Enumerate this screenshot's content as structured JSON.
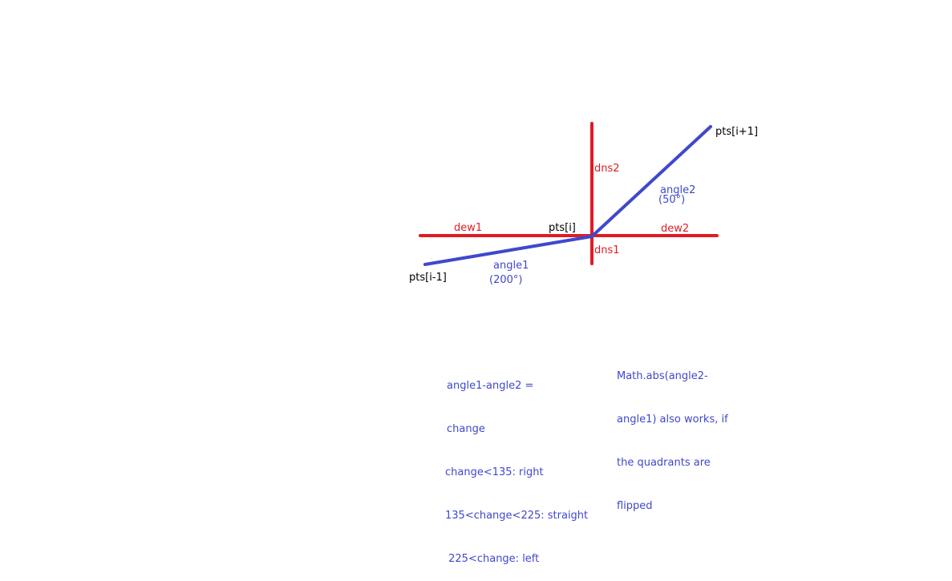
{
  "colors": {
    "axis": "#e01b24",
    "path": "#3f48cc",
    "point_label": "#000000",
    "angle_label": "#3f48cc",
    "note": "#3f48cc"
  },
  "labels": {
    "dew1": "dew1",
    "dew2": "dew2",
    "dns1": "dns1",
    "dns2": "dns2",
    "pts_prev": "pts[i-1]",
    "pts_cur": "pts[i]",
    "pts_next": "pts[i+1]",
    "angle1": "angle1",
    "angle1_value": "(200°)",
    "angle2": "angle2",
    "angle2_value": "(50°)"
  },
  "notes": {
    "rule_lines": [
      "angle1-angle2 =",
      "change",
      "change<135: right",
      "135<change<225: straight",
      " 225<change: left"
    ],
    "alt_lines": [
      "Math.abs(angle2-",
      "angle1) also works, if",
      "the quadrants are",
      "flipped"
    ]
  }
}
